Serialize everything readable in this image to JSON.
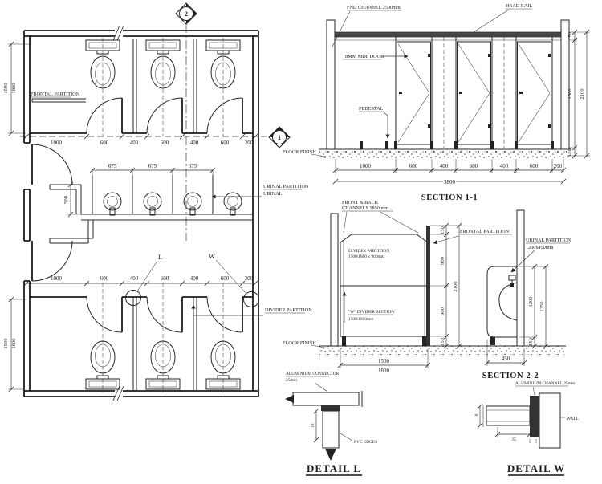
{
  "colors": {
    "ink": "#222222",
    "paper": "#ffffff"
  },
  "plan": {
    "frontal_partition": "FRONTAL PARTITION",
    "urinal_partition_1": "URINAL PARTITION",
    "urinal_partition_2": "URINAL",
    "divider_partition": "DIVIDER PARTITION",
    "marker_top": "2",
    "marker_side": "1",
    "callout_l": "L",
    "callout_w": "W",
    "top_dims": [
      "1000",
      "600",
      "400",
      "600",
      "400",
      "600",
      "200"
    ],
    "bottom_dims": [
      "1000",
      "600",
      "400",
      "600",
      "400",
      "600",
      "200"
    ],
    "urinal_dims": [
      "675",
      "675",
      "675"
    ],
    "urinal_depth_dim": "500",
    "depth_dim_a": "1500",
    "depth_dim_b": "1800"
  },
  "section1": {
    "title": "SECTION 1-1",
    "label_channel": "FND CHANNEL 2500mm",
    "label_head_rail": "HEAD RAIL",
    "label_door": "18MM MDF DOOR",
    "label_pedestal": "PEDESTAL",
    "label_floor_finish": "FLOOR FINISH",
    "dim_top": "150",
    "dim_panel_height": "1800",
    "dim_overall_height": "2100",
    "dim_bottom": "150",
    "bottom_dims": [
      "1000",
      "600",
      "400",
      "600",
      "400",
      "600",
      "200"
    ],
    "dim_total_width": "3800"
  },
  "section2": {
    "title": "SECTION 2-2",
    "label_channels_1": "FRONT & BACK",
    "label_channels_2": "CHANNELS 1850 mm",
    "label_frontal": "FRONTAL PARTITION",
    "label_urinal_1": "URINAL PARTITION",
    "label_urinal_2": "1200x450mm",
    "label_divider_1": "DIVIDER PARTITION",
    "label_divider_2": "1500/1800 x 900mm",
    "label_wdivider_1": "\"W\" DIVIDER SECTION",
    "label_wdivider_2": "1500/1800mm",
    "label_floor_finish": "FLOOR FINISH",
    "dim_top": "150",
    "dim_upper": "900",
    "dim_lower": "900",
    "dim_bottom": "150",
    "dim_overall": "2100",
    "dim_urinal_height": "1200",
    "dim_urinal_overall": "1350",
    "dim_urinal_gap": "150",
    "dim_depth_a": "1500",
    "dim_depth_b": "1800",
    "dim_urinal_depth": "450"
  },
  "detail_l": {
    "title": "DETAIL L",
    "label_connector_1": "ALUMINIUM CONNECTOR",
    "label_connector_2": "25mm",
    "label_edges": "PVC EDGES",
    "dim_thickness": "18"
  },
  "detail_w": {
    "title": "DETAIL W",
    "label_channel": "ALUMINIUM CHANNEL 25mm",
    "label_wall": "WALL",
    "dim_channel": "25",
    "dim_thickness": "18"
  }
}
